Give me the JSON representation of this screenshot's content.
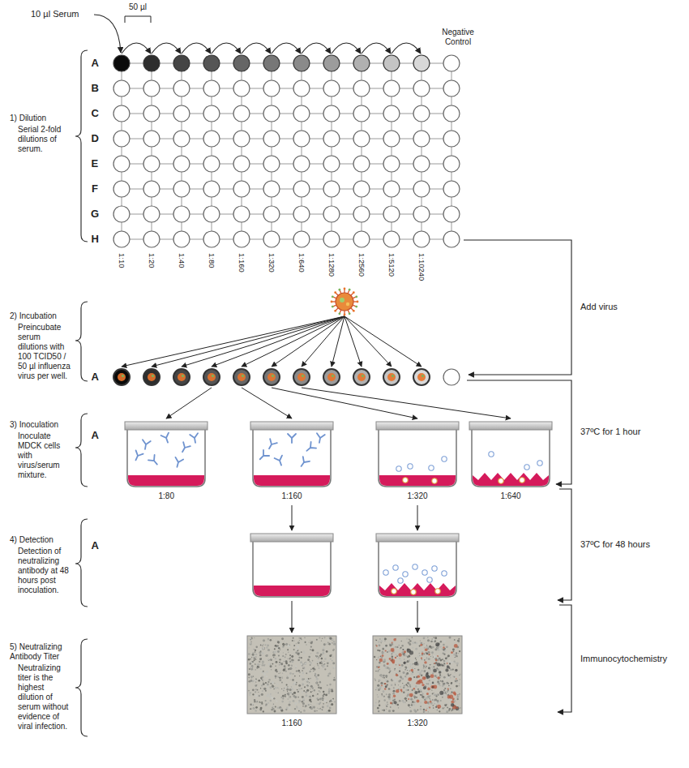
{
  "diagram": {
    "labels": [
      "10 µl Serum",
      "50 µl",
      "Negative Control",
      "A",
      "B",
      "C",
      "D",
      "E",
      "F",
      "G",
      "H",
      "1:10",
      "1:20",
      "1:40",
      "1:80",
      "1:160",
      "1:320",
      "1:640",
      "1:1280",
      "1:2560",
      "1:5120",
      "1:10240",
      "1) Dilution",
      "Serial 2-fold dilutions of serum.",
      "2) Incubation",
      "Preincubate serum dilutions with 100 TCID50 / 50 µl influenza virus per well.",
      "A",
      "3) Inoculation",
      "Inoculate MDCK cells with virus/serum mixture.",
      "A",
      "1:80",
      "1:160",
      "1:320",
      "1:640",
      "4) Detection",
      "Detection of neutralizing antibody at 48 hours post inoculation.",
      "A",
      "5) Neutralizing Antibody Titer",
      "Neutralizing titer is the highest dilution of serum without evidence of viral infection.",
      "1:160",
      "1:320",
      "Add virus",
      "37ºC for 1 hour",
      "37ºC for 48 hours",
      "Immunocytochemistry"
    ]
  }
}
